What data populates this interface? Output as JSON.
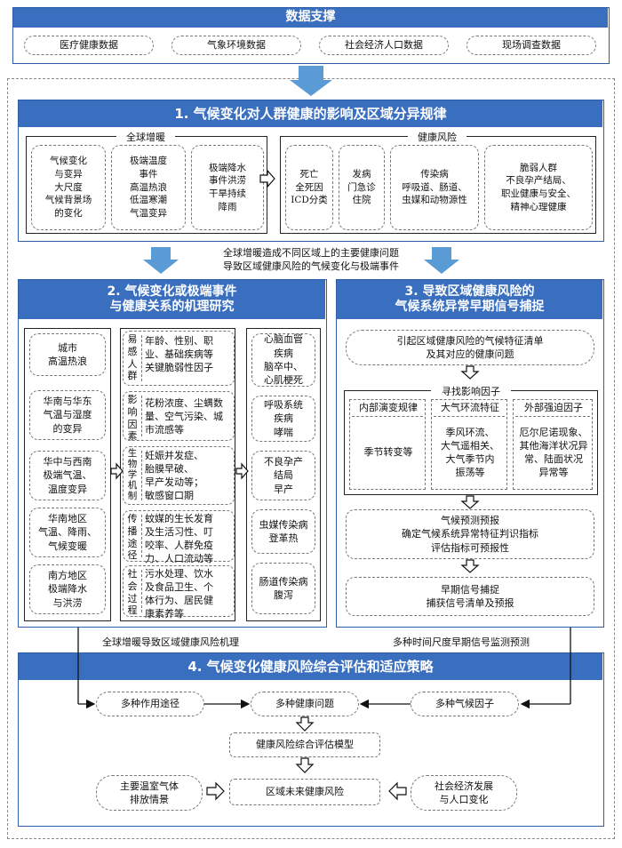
{
  "colors": {
    "accent": "#3a6fbf",
    "border": "#2f5fa8"
  },
  "data_support": {
    "title": "数据支撑",
    "items": [
      "医疗健康数据",
      "气象环境数据",
      "社会经济人口数据",
      "现场调查数据"
    ]
  },
  "s1": {
    "title": "1. 气候变化对人群健康的影响及区域分异规律",
    "warming": {
      "label": "全球增暖",
      "items": [
        "气候变化\n与变异\n大尺度\n气候背景场\n的变化",
        "极端温度\n事件\n高温热浪\n低温寒潮\n气温变异",
        "极端降水\n事件洪涝\n干旱持续\n降雨"
      ]
    },
    "risk": {
      "label": "健康风险",
      "items": [
        "死亡\n全死因\nICD分类",
        "发病\n门急诊\n住院",
        "传染病\n呼吸道、肠道、\n虫媒和动物源性",
        "脆弱人群\n不良孕产结局、\n职业健康与安全、\n精神心理健康"
      ]
    }
  },
  "between12": [
    "全球增暖造成不同区域上的主要健康问题",
    "导致区域健康风险的气候变化与极端事件"
  ],
  "s2": {
    "title": "2. 气候变化或极端事件\n与健康关系的机理研究",
    "regions": [
      "城市\n高温热浪",
      "华南与华东\n气温与湿度\n的变异",
      "华中与西南\n极端气温、\n温度变异",
      "华南地区\n气温、降雨、\n气候变暖",
      "南方地区\n极端降水\n与洪涝"
    ],
    "mech": [
      {
        "k": "易\n感\n人\n群",
        "v": "年龄、性别、职\n业、基础疾病等\n关键脆弱性因子"
      },
      {
        "k": "影\n响\n因\n素",
        "v": "花粉浓度、尘螨数\n量、空气污染、城\n市流感等"
      },
      {
        "k": "生\n物\n学\n机\n制",
        "v": "妊娠并发症、\n胎膜早破、\n早产发动等；\n敏感窗口期"
      },
      {
        "k": "传\n播\n途\n径",
        "v": "蚊媒的生长发育\n及生活习性、叮\n咬率、人群免疫\n力、人口流动等"
      },
      {
        "k": "社\n会\n过\n程",
        "v": "污水处理、饮水\n及食品卫生、个\n体行为、居民健\n康素养等"
      }
    ],
    "diseases": [
      "心脑血管\n疾病\n脑卒中、\n心肌梗死",
      "呼吸系统\n疾病\n哮喘",
      "不良孕产\n结局\n早产",
      "虫媒传染病\n登革热",
      "肠道传染病\n腹泻"
    ]
  },
  "s3": {
    "title": "3. 导致区域健康风险的\n气候系统异常早期信号捕捉",
    "top": "引起区域健康风险的气候特征清单\n及其对应的健康问题",
    "seek": "寻找影响因子",
    "factors": [
      {
        "h": "内部演变规律",
        "v": "季节转变等"
      },
      {
        "h": "大气环流特征",
        "v": "季风环流、\n大气遥相关、\n大气季节内\n振荡等"
      },
      {
        "h": "外部强迫因子",
        "v": "厄尔尼诺现象、\n其他海洋状况异\n常、陆面状况\n异常等"
      }
    ],
    "predict": "气候预测预报\n确定气候系统异常特征判识指标\n评估指标可预报性",
    "early": "早期信号捕捉\n捕获信号清单及预报"
  },
  "between34": {
    "left": "全球增暖导致区域健康风险机理",
    "right": "多种时间尺度早期信号监测预测"
  },
  "s4": {
    "title": "4. 气候变化健康风险综合评估和适应策略",
    "paths": "多种作用途径",
    "issues": "多种健康问题",
    "factors": "多种气候因子",
    "model": "健康风险综合评估模型",
    "future": "区域未来健康风险",
    "ghg": "主要温室气体\n排放情景",
    "socio": "社会经济发展\n与人口变化"
  }
}
